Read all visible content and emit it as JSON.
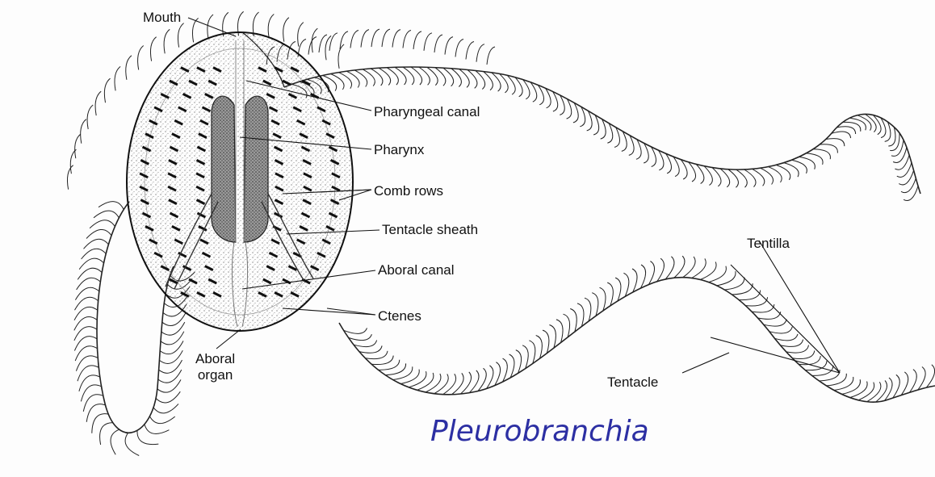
{
  "labels": {
    "mouth": "Mouth",
    "pharyngeal_canal": "Pharyngeal canal",
    "pharynx": "Pharynx",
    "comb_rows": "Comb rows",
    "tentacle_sheath": "Tentacle sheath",
    "aboral_canal": "Aboral canal",
    "ctenes": "Ctenes",
    "aboral_organ": "Aboral\norgan",
    "tentilla": "Tentilla",
    "tentacle": "Tentacle"
  },
  "caption": "Pleurobranchia",
  "colors": {
    "caption": "#2c2fa3",
    "ink": "#111111"
  }
}
